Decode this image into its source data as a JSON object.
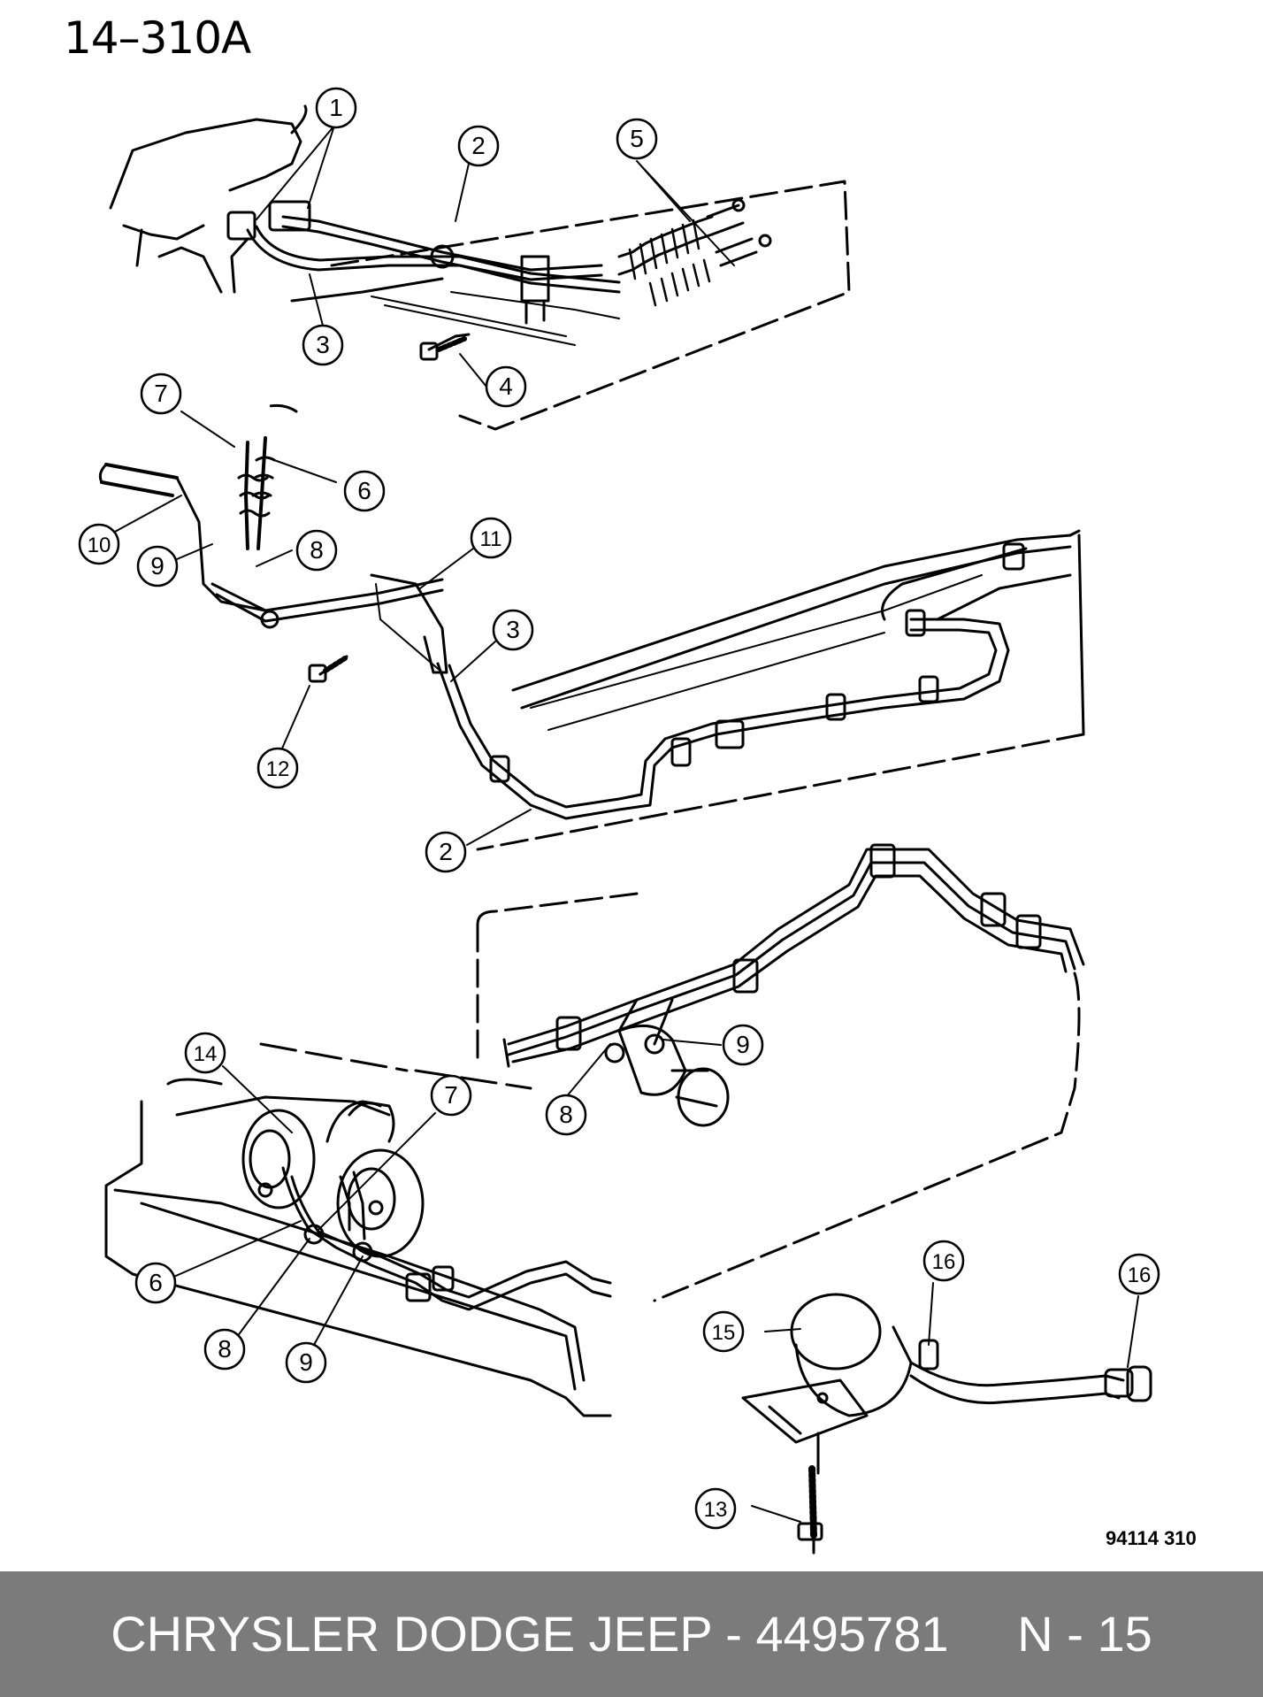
{
  "page_code": "14–310A",
  "drawing_code": "94114  310",
  "footer": {
    "text": "CHRYSLER DODGE JEEP - 4495781     N - 15"
  },
  "callouts": [
    "1",
    "2",
    "3",
    "4",
    "5",
    "7",
    "6",
    "10",
    "9",
    "8",
    "11",
    "3",
    "12",
    "2",
    "9",
    "8",
    "14",
    "7",
    "6",
    "8",
    "9",
    "16",
    "16",
    "15",
    "13"
  ]
}
